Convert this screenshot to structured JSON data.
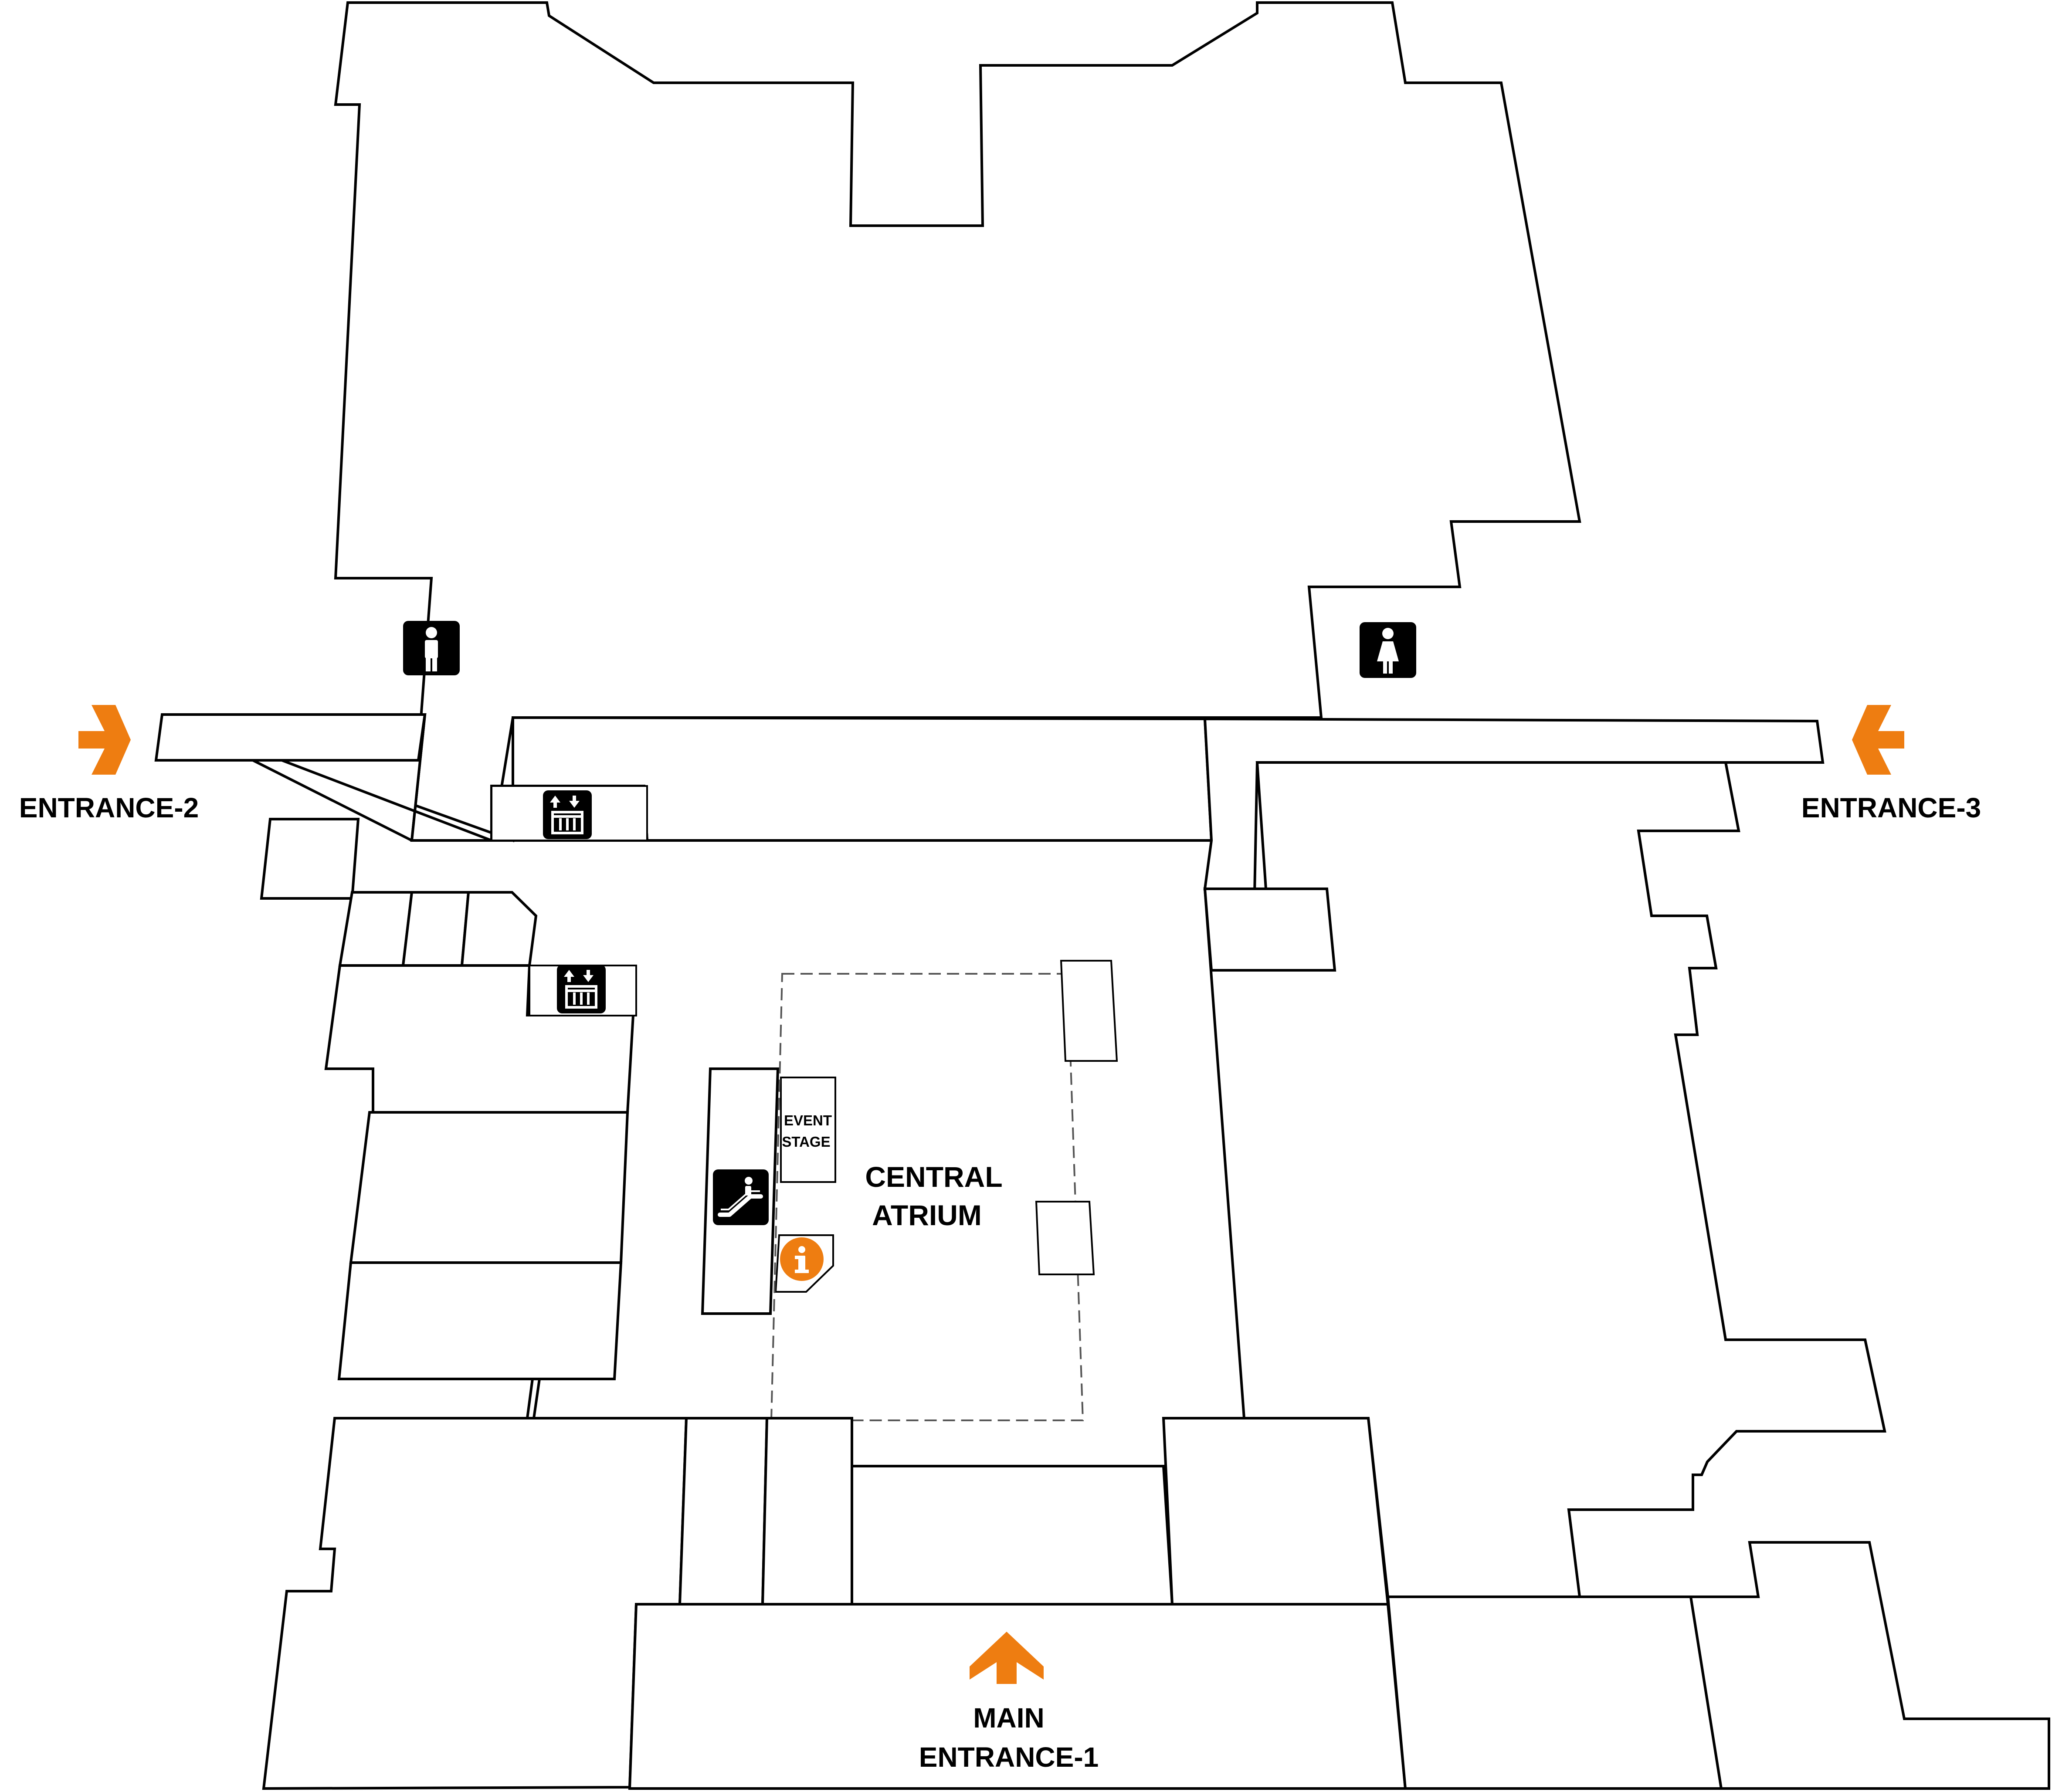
{
  "colors": {
    "accent": "#ee7d11",
    "wall": "#000000",
    "background": "#ffffff"
  },
  "labels": {
    "entrance_2": "ENTRANCE-2",
    "entrance_3": "ENTRANCE-3",
    "main_entrance_line1": "MAIN",
    "main_entrance_line2": "ENTRANCE-1",
    "central_atrium_line1": "CENTRAL",
    "central_atrium_line2": "ATRIUM",
    "event_stage_line1": "EVENT",
    "event_stage_line2": "STAGE"
  },
  "icons": {
    "male_restroom": "male-restroom-icon",
    "female_restroom": "female-restroom-icon",
    "lift_upper": "elevator-icon",
    "lift_lower": "elevator-icon",
    "escalator": "escalator-icon",
    "information": "information-icon",
    "entrance_arrow": "arrow-icon"
  }
}
